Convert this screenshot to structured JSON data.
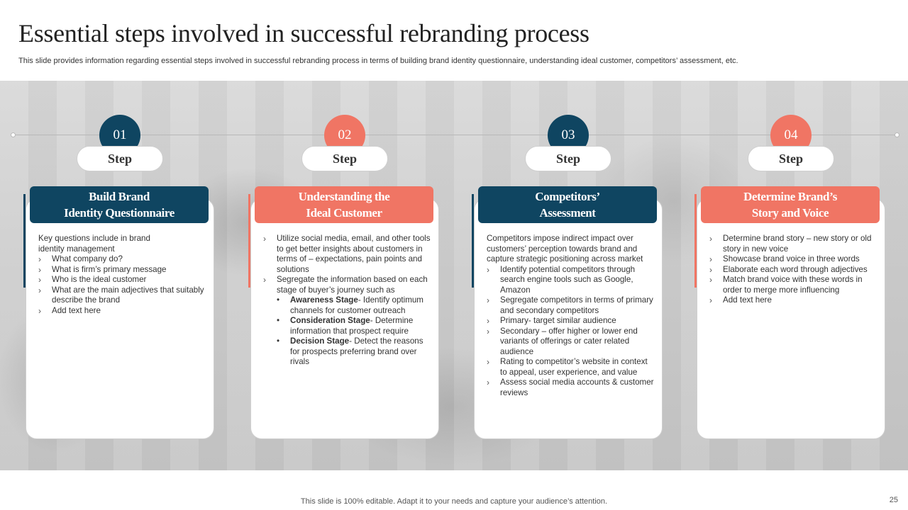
{
  "slide": {
    "title": "Essential steps involved in successful rebranding process",
    "subtitle": "This slide provides information regarding essential steps involved in successful rebranding process in terms of building brand identity questionnaire, understanding ideal customer, competitors’ assessment, etc."
  },
  "colors": {
    "navy": "#0f4561",
    "coral": "#f07564"
  },
  "steps": [
    {
      "number": "01",
      "step_label": "Step",
      "header_line1": "Build Brand",
      "header_line2": "Identity Questionnaire",
      "intro_line1": "Key questions include in brand",
      "intro_line2": "identity management",
      "items": [
        "What company do?",
        "What is firm’s primary message",
        "Who is the ideal customer",
        "What are the main adjectives that suitably describe the brand",
        "Add text here"
      ]
    },
    {
      "number": "02",
      "step_label": "Step",
      "header_line1": "Understanding the",
      "header_line2": "Ideal Customer",
      "item1": "Utilize social media, email, and other tools to get better insights about customers in terms of – expectations, pain points and solutions",
      "item2": "Segregate the information based on each stage of buyer’s journey such as",
      "sub": [
        {
          "term": "Awareness Stage",
          "text": "- Identify optimum channels for customer outreach"
        },
        {
          "term": "Consideration  Stage",
          "text": "- Determine information that prospect require"
        },
        {
          "term": "Decision Stage",
          "text": "- Detect the reasons for prospects preferring brand over rivals"
        }
      ]
    },
    {
      "number": "03",
      "step_label": "Step",
      "header_line1": "Competitors’",
      "header_line2": "Assessment",
      "intro": "Competitors impose indirect impact over customers’ perception towards brand and capture strategic positioning across market",
      "items": [
        "Identify potential competitors through search engine tools such as Google, Amazon",
        "Segregate competitors in terms of primary and secondary competitors",
        "Primary- target similar audience",
        "Secondary – offer higher or lower end variants of offerings or cater related audience",
        "Rating to competitor’s website in context to appeal, user experience, and value",
        "Assess social media accounts & customer reviews"
      ]
    },
    {
      "number": "04",
      "step_label": "Step",
      "header_line1": "Determine Brand’s",
      "header_line2": "Story and Voice",
      "items": [
        "Determine brand story – new story or old story in new voice",
        "Showcase brand voice in three words",
        "Elaborate each word through adjectives",
        "Match brand voice with these words in order to merge more influencing",
        "Add text here"
      ]
    }
  ],
  "footer": {
    "note": "This slide is 100% editable. Adapt it to your needs and capture your audience’s attention.",
    "page_number": "25"
  }
}
